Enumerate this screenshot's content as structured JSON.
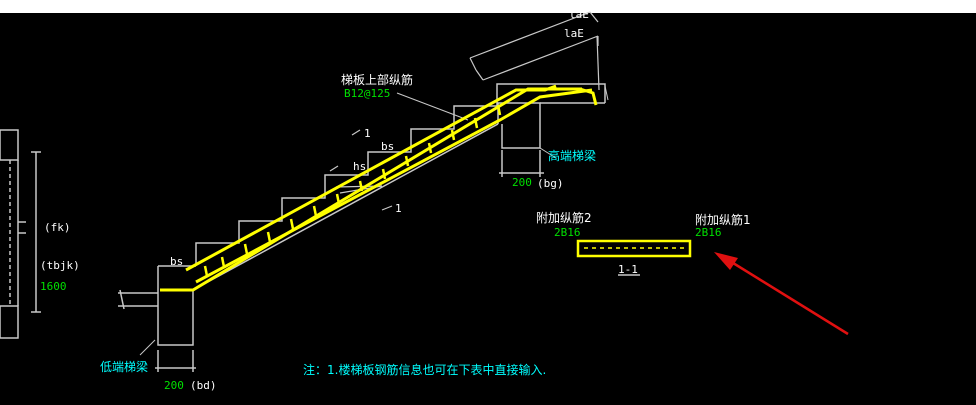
{
  "colors": {
    "background": "#000000",
    "outline": "#c8c8c8",
    "rebar": "#ffff00",
    "white_text": "#ffffff",
    "cyan_text": "#00ffff",
    "green_text": "#00e000",
    "arrow": "#e01010"
  },
  "labels": {
    "top_rebar": "梯板上部纵筋",
    "top_rebar_spec": "B12@125",
    "high_beam": "高端梯梁",
    "high_beam_width": "200",
    "high_beam_sym": "(bg)",
    "low_beam": "低端梯梁",
    "low_beam_width": "200",
    "low_beam_sym": "(bd)",
    "la": "laE",
    "la_top": "laE",
    "bs_top": "bs",
    "bs_bottom": "bs",
    "hs": "hs",
    "slope_mark_1": "1",
    "slope_mark_2": "1",
    "fk": "(fk)",
    "tbjk": "(tbjk)",
    "tbjk_value": "1600",
    "extra_rebar_2": "附加纵筋2",
    "extra_rebar_2_spec": "2B16",
    "extra_rebar_1": "附加纵筋1",
    "extra_rebar_1_spec": "2B16",
    "section_mark": "1-1",
    "note": "注：1.楼梯板钢筋信息也可在下表中直接输入."
  }
}
